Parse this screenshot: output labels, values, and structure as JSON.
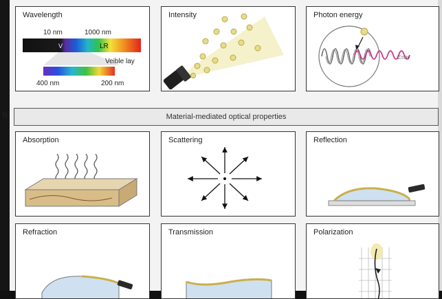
{
  "section_b_label": "b",
  "banner": "Material-mediated optical properties",
  "panels": {
    "wavelength": {
      "title": "Wavelength",
      "label_10nm": "10 nm",
      "label_1000nm": "1000 nm",
      "label_v": "V",
      "label_lr": "LR",
      "label_visible": "Veible lay",
      "label_400nm": "400 nm",
      "label_200nm": "200 nm"
    },
    "intensity": {
      "title": "Intensity"
    },
    "photon_energy": {
      "title": "Photon energy",
      "label_e": "E=hv"
    },
    "absorption": {
      "title": "Absorption"
    },
    "scattering": {
      "title": "Scattering"
    },
    "reflection": {
      "title": "Reflection"
    },
    "refraction": {
      "title": "Refraction"
    },
    "transmission": {
      "title": "Transmission"
    },
    "polarization": {
      "title": "Polarization"
    }
  },
  "colors": {
    "panel_border": "#333333",
    "banner_bg": "#e9e9e9",
    "dot_fill": "#e6dc8a",
    "dot_stroke": "#b8a94a",
    "beam": "#f3edb8",
    "wave_magenta": "#d0328c",
    "material_tan": "#d9c08f",
    "lens_blue": "#cfe0f0"
  }
}
